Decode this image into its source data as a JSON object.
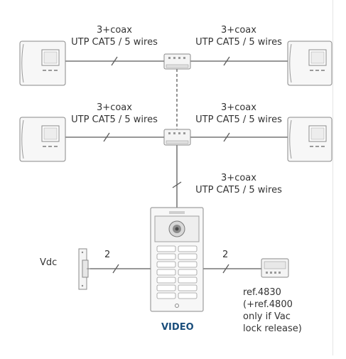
{
  "colors": {
    "line": "#5a5a5a",
    "device_fill": "#f7f7f7",
    "device_stroke": "#8a8a8a",
    "accent": "#1a4e7c"
  },
  "links": {
    "top_left": {
      "conductors": "3+coax",
      "cable": "UTP CAT5 / 5 wires"
    },
    "top_right": {
      "conductors": "3+coax",
      "cable": "UTP CAT5 / 5 wires"
    },
    "mid_left": {
      "conductors": "3+coax",
      "cable": "UTP CAT5 / 5 wires"
    },
    "mid_right": {
      "conductors": "3+coax",
      "cable": "UTP CAT5 / 5 wires"
    },
    "vertical": {
      "conductors": "3+coax",
      "cable": "UTP CAT5 / 5 wires"
    },
    "lock_wires": "2",
    "supply_wires": "2"
  },
  "lock": {
    "label": "Vdc"
  },
  "panel": {
    "label": "VIDEO"
  },
  "power_supply": {
    "ref": "ref.4830",
    "note_line1": "(+ref.4800",
    "note_line2": "only if Vac",
    "note_line3": "lock release)"
  }
}
